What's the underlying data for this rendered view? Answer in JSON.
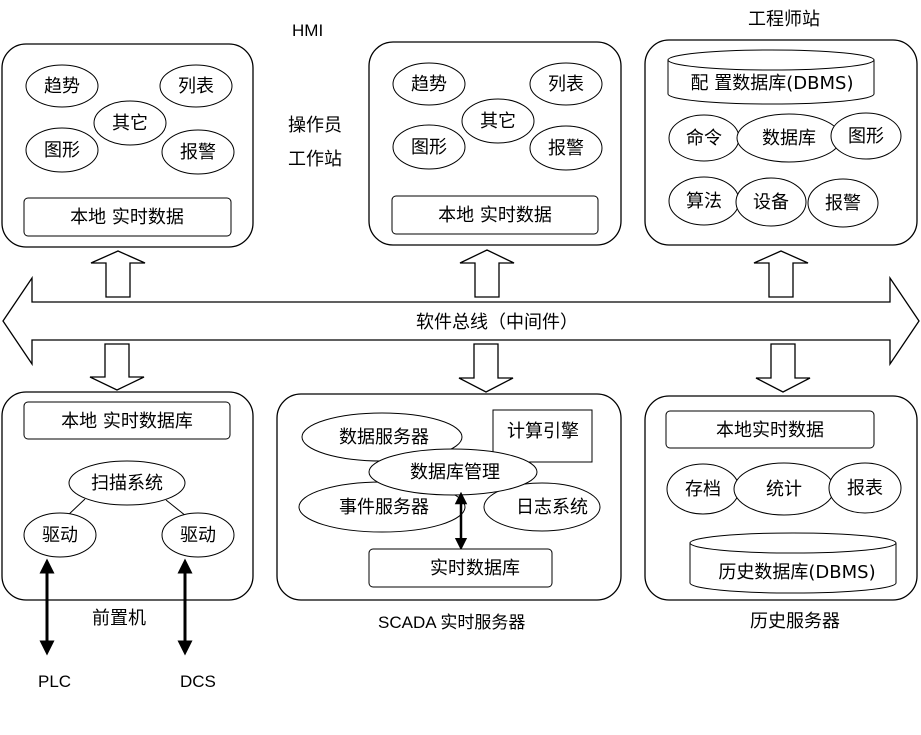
{
  "title_hmi": "HMI",
  "operator_label": [
    "操作员",
    "工作站"
  ],
  "engineer_title": "工程师站",
  "bus_label": "软件总线（中间件）",
  "operator_panel": {
    "ellipses": [
      "趋势",
      "列表",
      "其它",
      "图形",
      "报警"
    ],
    "rect_label": "本地 实时数据"
  },
  "engineer_panel": {
    "db_label": "配 置数据库(DBMS)",
    "ellipses": [
      "命令",
      "数据库",
      "图形",
      "算法",
      "设备",
      "报警"
    ]
  },
  "frontend_panel": {
    "rect_label": "本地 实时数据库",
    "scan": "扫描系统",
    "drivers": [
      "驱动",
      "驱动"
    ],
    "caption": "前置机",
    "io": [
      "PLC",
      "DCS"
    ]
  },
  "scada_panel": {
    "ellipses": [
      "数据服务器",
      "数据库管理",
      "事件服务器",
      "日志系统"
    ],
    "calc_label": "计算引擎",
    "rtdb_label": "实时数据库",
    "caption": "SCADA  实时服务器"
  },
  "history_panel": {
    "rect_label": "本地实时数据",
    "ellipses": [
      "存档",
      "统计",
      "报表"
    ],
    "db_label": "历史数据库(DBMS)",
    "caption": "历史服务器"
  }
}
